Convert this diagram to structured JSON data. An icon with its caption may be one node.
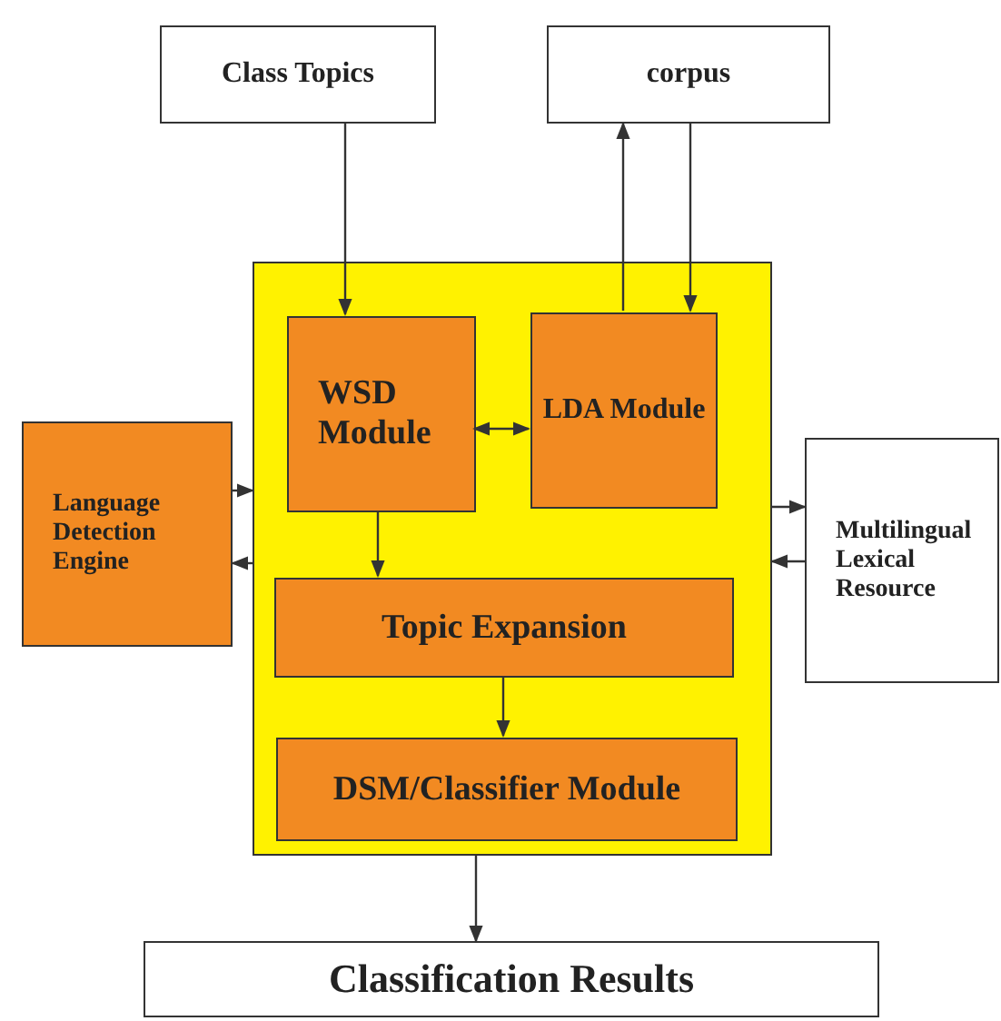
{
  "diagram": {
    "nodes": [
      {
        "text": [
          "Class Topics"
        ]
      },
      {
        "text": [
          "corpus"
        ]
      },
      {
        "text": [],
        "shape": "box"
      },
      {
        "text": [
          "WSD Module"
        ],
        "in": 2
      },
      {
        "text": [
          "LDA Module"
        ],
        "in": 2
      },
      {
        "text": [
          "Language Detection Engine"
        ]
      },
      {
        "text": [
          "Multilingual Lexical Resource"
        ]
      },
      {
        "text": [
          "Topic Expansion"
        ],
        "in": 2
      },
      {
        "text": [
          "DSM/Classifier Module"
        ],
        "in": 2
      },
      {
        "text": [
          "Classification Results"
        ]
      }
    ],
    "edges": [
      {
        "from": 0,
        "to": 3,
        "arrow": "to"
      },
      {
        "from": 4,
        "to": 1,
        "arrow": "to"
      },
      {
        "from": 1,
        "to": 4,
        "arrow": "to"
      },
      {
        "from": 3,
        "to": 4,
        "arrow": "both"
      },
      {
        "from": 5,
        "to": 2,
        "arrow": "to"
      },
      {
        "from": 2,
        "to": 5,
        "arrow": "to"
      },
      {
        "from": 2,
        "to": 6,
        "arrow": "to"
      },
      {
        "from": 6,
        "to": 2,
        "arrow": "to"
      },
      {
        "from": 3,
        "to": 7,
        "arrow": "to"
      },
      {
        "from": 7,
        "to": 8,
        "arrow": "to"
      },
      {
        "from": 2,
        "to": 9,
        "arrow": "to"
      }
    ]
  }
}
